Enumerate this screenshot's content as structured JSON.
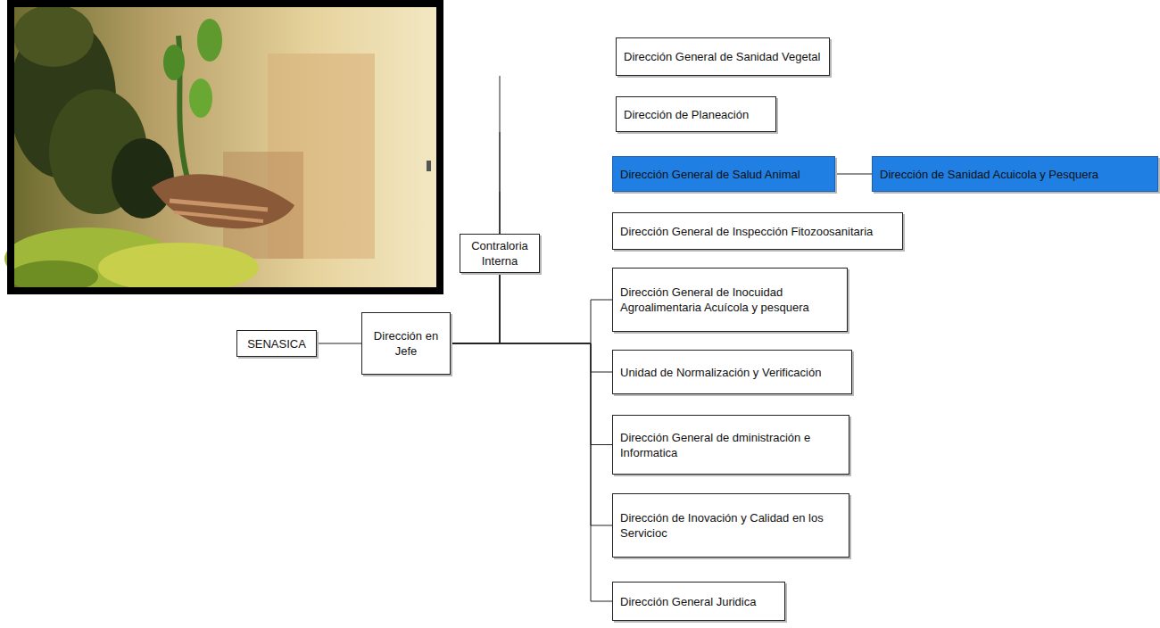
{
  "diagram": {
    "nodes": [
      {
        "text": [
          "SENASICA"
        ]
      },
      {
        "text": [
          "Dirección en Jefe"
        ]
      },
      {
        "text": [
          "Contraloria Interna"
        ]
      },
      {
        "text": [
          "Dirección General de Sanidad Vegetal"
        ]
      },
      {
        "text": [
          "Dirección de Planeación"
        ]
      },
      {
        "text": [
          "Dirección General de Salud Animal"
        ]
      },
      {
        "text": [
          "Dirección de Sanidad Acuicola y Pesquera"
        ]
      },
      {
        "text": [
          "Dirección General de Inspección Fitozoosanitaria"
        ]
      },
      {
        "text": [
          "Dirección General de Inocuidad Agroalimentaria Acuícola y pesquera"
        ]
      },
      {
        "text": [
          "Unidad de Normalización y Verificación"
        ]
      },
      {
        "text": [
          "Dirección General de dministración e Informatica"
        ]
      },
      {
        "text": [
          "Dirección de Inovación y Calidad en los Servicioc"
        ]
      },
      {
        "text": [
          "Dirección General Juridica"
        ]
      }
    ],
    "edges": [
      {
        "from": 0,
        "to": 1,
        "arrow": "none"
      },
      {
        "from": 1,
        "to": 2,
        "arrow": "none"
      },
      {
        "from": 1,
        "to": 3,
        "arrow": "none"
      },
      {
        "from": 1,
        "to": 4,
        "arrow": "none"
      },
      {
        "from": 1,
        "to": 5,
        "arrow": "none"
      },
      {
        "from": 1,
        "to": 7,
        "arrow": "none"
      },
      {
        "from": 1,
        "to": 8,
        "arrow": "none"
      },
      {
        "from": 1,
        "to": 9,
        "arrow": "none"
      },
      {
        "from": 1,
        "to": 10,
        "arrow": "none"
      },
      {
        "from": 1,
        "to": 11,
        "arrow": "none"
      },
      {
        "from": 1,
        "to": 12,
        "arrow": "none"
      },
      {
        "from": 5,
        "to": 6,
        "arrow": "none"
      }
    ]
  }
}
